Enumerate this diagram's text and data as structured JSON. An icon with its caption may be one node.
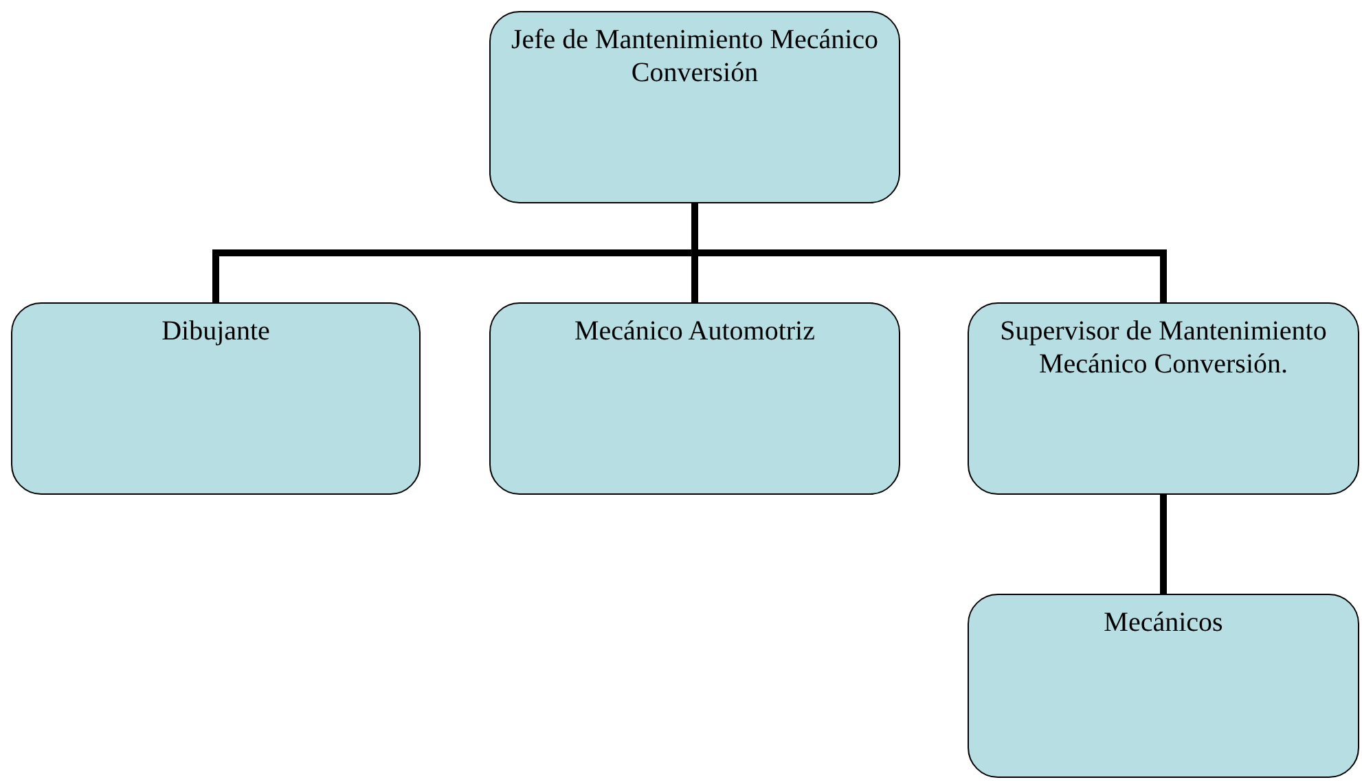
{
  "diagram": {
    "nodes": [
      {
        "text": [
          "Jefe de Mantenimiento Mecánico Conversión"
        ]
      },
      {
        "text": [
          "Dibujante"
        ]
      },
      {
        "text": [
          "Mecánico Automotriz"
        ]
      },
      {
        "text": [
          "Supervisor de Mantenimiento Mecánico Conversión."
        ]
      },
      {
        "text": [
          "Mecánicos"
        ]
      }
    ],
    "edges": [
      {
        "from": 0,
        "to": 1,
        "arrow": "none"
      },
      {
        "from": 0,
        "to": 2,
        "arrow": "none"
      },
      {
        "from": 0,
        "to": 3,
        "arrow": "none"
      },
      {
        "from": 3,
        "to": 4,
        "arrow": "none"
      }
    ]
  }
}
